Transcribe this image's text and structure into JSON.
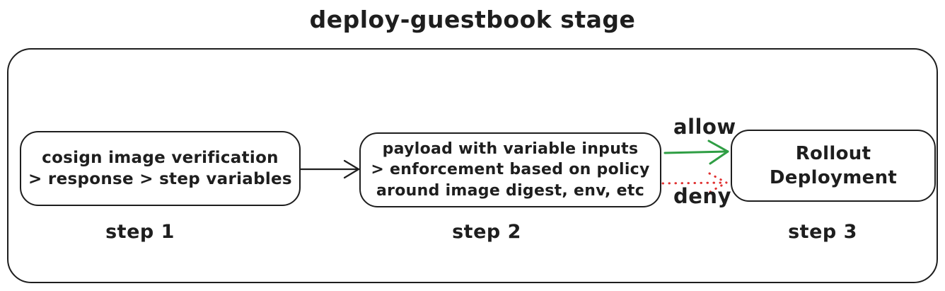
{
  "title": "deploy-guestbook stage",
  "colors": {
    "stroke": "#1e1e1e",
    "allow_green": "#2f9e44",
    "deny_red": "#e03131",
    "background": "#ffffff"
  },
  "container": {
    "name": "deploy-guestbook stage container"
  },
  "boxes": [
    {
      "id": "step-1",
      "lines": [
        "cosign image verification",
        "> response > step variables"
      ],
      "step_label": "step 1"
    },
    {
      "id": "step-2",
      "lines": [
        "payload with variable inputs",
        "> enforcement based on policy",
        "around image digest, env, etc"
      ],
      "step_label": "step 2"
    },
    {
      "id": "step-3",
      "lines": [
        "Rollout Deployment"
      ],
      "step_label": "step 3"
    }
  ],
  "arrows": [
    {
      "from": "step-1",
      "to": "step-2",
      "label": "",
      "style": "solid",
      "color": "#1e1e1e"
    },
    {
      "from": "step-2",
      "to": "step-3",
      "label": "allow",
      "style": "solid",
      "color": "#2f9e44"
    },
    {
      "from": "step-2",
      "to": "step-3",
      "label": "deny",
      "style": "dotted",
      "color": "#e03131"
    }
  ]
}
